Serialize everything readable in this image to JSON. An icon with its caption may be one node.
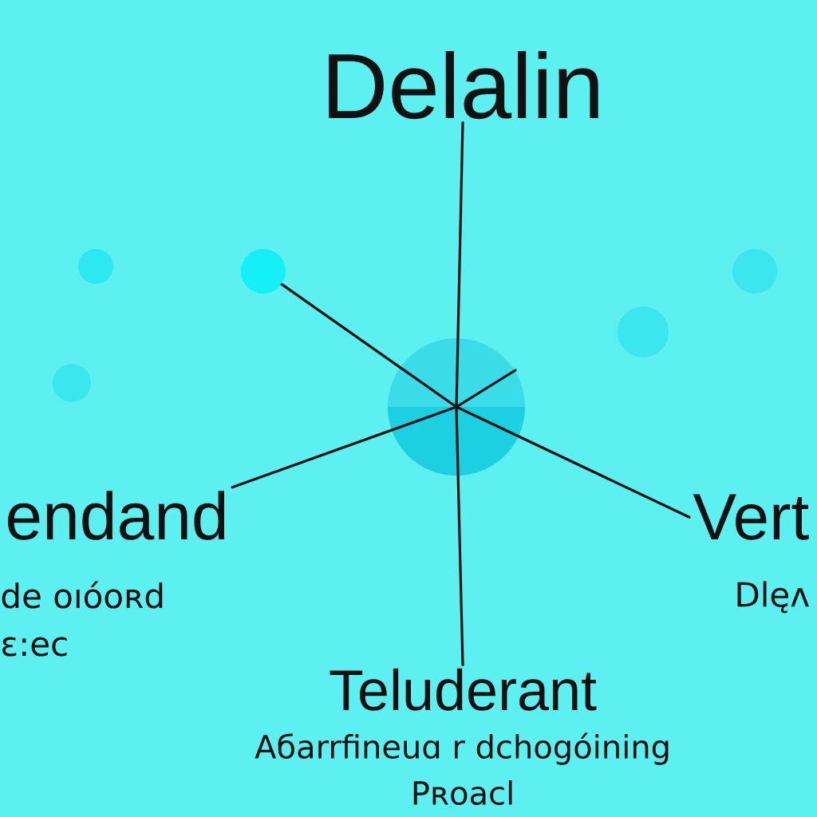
{
  "diagram": {
    "nodes": [
      {
        "text": [
          "Delalin"
        ]
      },
      {
        "text": [],
        "shape": "circle"
      },
      {
        "text": [],
        "shape": "circle"
      },
      {
        "text": [
          "endand",
          "de oıóoʀd ɛ:ec"
        ]
      },
      {
        "text": [
          "Vert",
          "Dlęʌ"
        ]
      },
      {
        "text": [
          "Teluderant",
          "Aбarrfineuɑ r dchogóining Pʀoacl"
        ]
      }
    ],
    "edges": [
      {
        "from": 2,
        "to": 0,
        "arrow": "none"
      },
      {
        "from": 2,
        "to": 1,
        "arrow": "none"
      },
      {
        "from": 2,
        "to": 3,
        "arrow": "none"
      },
      {
        "from": 2,
        "to": 4,
        "arrow": "none"
      },
      {
        "from": 2,
        "to": 5,
        "arrow": "none"
      },
      {
        "from": 2,
        "to": null,
        "arrow": "none"
      }
    ]
  }
}
